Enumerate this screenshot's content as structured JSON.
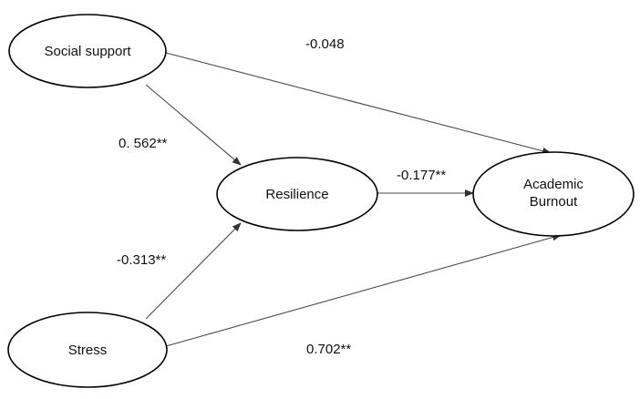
{
  "nodes": {
    "social_support": {
      "label": "Social support"
    },
    "resilience": {
      "label": "Resilience"
    },
    "stress": {
      "label": "Stress"
    },
    "academic_burnout": {
      "label_line1": "Academic",
      "label_line2": "Burnout"
    }
  },
  "paths": {
    "social_to_burnout": {
      "coef": "-0.048"
    },
    "social_to_resilience": {
      "coef": "0. 562**"
    },
    "resilience_to_burnout": {
      "coef": "-0.177**"
    },
    "stress_to_resilience": {
      "coef": "-0.313**"
    },
    "stress_to_burnout": {
      "coef": "0.702**"
    }
  },
  "colors": {
    "node_stroke": "#000000",
    "edge_stroke": "#4a4a4a",
    "text": "#111111"
  }
}
